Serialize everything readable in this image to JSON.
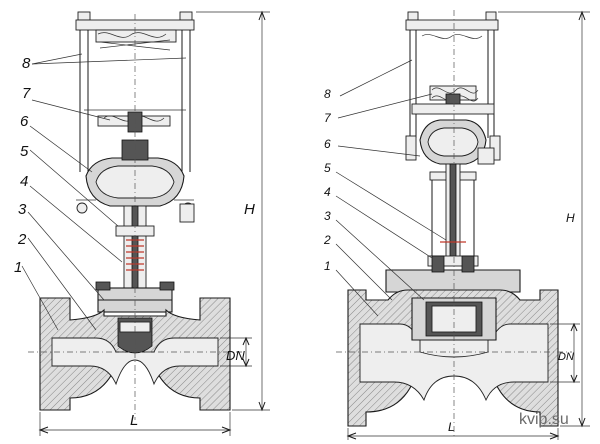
{
  "left_view": {
    "part_labels": [
      "8",
      "7",
      "6",
      "5",
      "4",
      "3",
      "2",
      "1"
    ],
    "dim_height": "H",
    "dim_length": "L",
    "dim_diameter": "DN"
  },
  "right_view": {
    "part_labels": [
      "8",
      "7",
      "6",
      "5",
      "4",
      "3",
      "2",
      "1"
    ],
    "dim_height": "H",
    "dim_length": "L",
    "dim_diameter": "DN"
  },
  "watermark": "kvip.su"
}
